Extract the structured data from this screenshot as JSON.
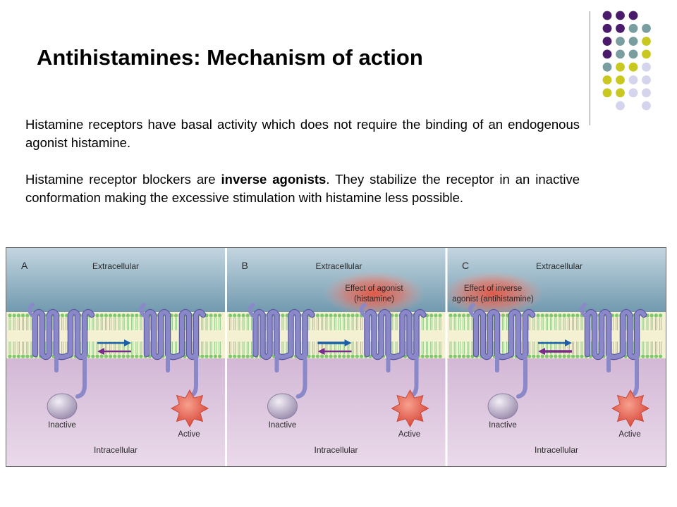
{
  "slide": {
    "title": "Antihistamines: Mechanism of action",
    "paragraph1": "Histamine receptors have basal activity which does not require the binding of an endogenous agonist histamine.",
    "paragraph2_before": "Histamine receptor blockers are ",
    "paragraph2_bold": "inverse agonists",
    "paragraph2_after": ". They stabilize the receptor in an inactive conformation making the excessive stimulation with histamine less possible."
  },
  "diagram": {
    "panels": [
      {
        "letter": "A",
        "extracellular": "Extracellular",
        "intracellular": "Intracellular",
        "inactive": "Inactive",
        "active": "Active"
      },
      {
        "letter": "B",
        "extracellular": "Extracellular",
        "intracellular": "Intracellular",
        "inactive": "Inactive",
        "active": "Active",
        "effect_line1": "Effect of agonist",
        "effect_line2": "(histamine)"
      },
      {
        "letter": "C",
        "extracellular": "Extracellular",
        "intracellular": "Intracellular",
        "inactive": "Inactive",
        "active": "Active",
        "effect_line1": "Effect of inverse",
        "effect_line2": "agonist (antihistamine)"
      }
    ]
  },
  "colors": {
    "purple": "#4a1a6b",
    "teal": "#7a9ea0",
    "yellow": "#c8c820",
    "lavender": "#d4d4ec",
    "membrane_green": "#7ec86e",
    "receptor": "#8a88c8",
    "active_star": "#e66a5a",
    "arrow_blue": "#1a5fa8",
    "arrow_purple": "#7a2a8a"
  }
}
